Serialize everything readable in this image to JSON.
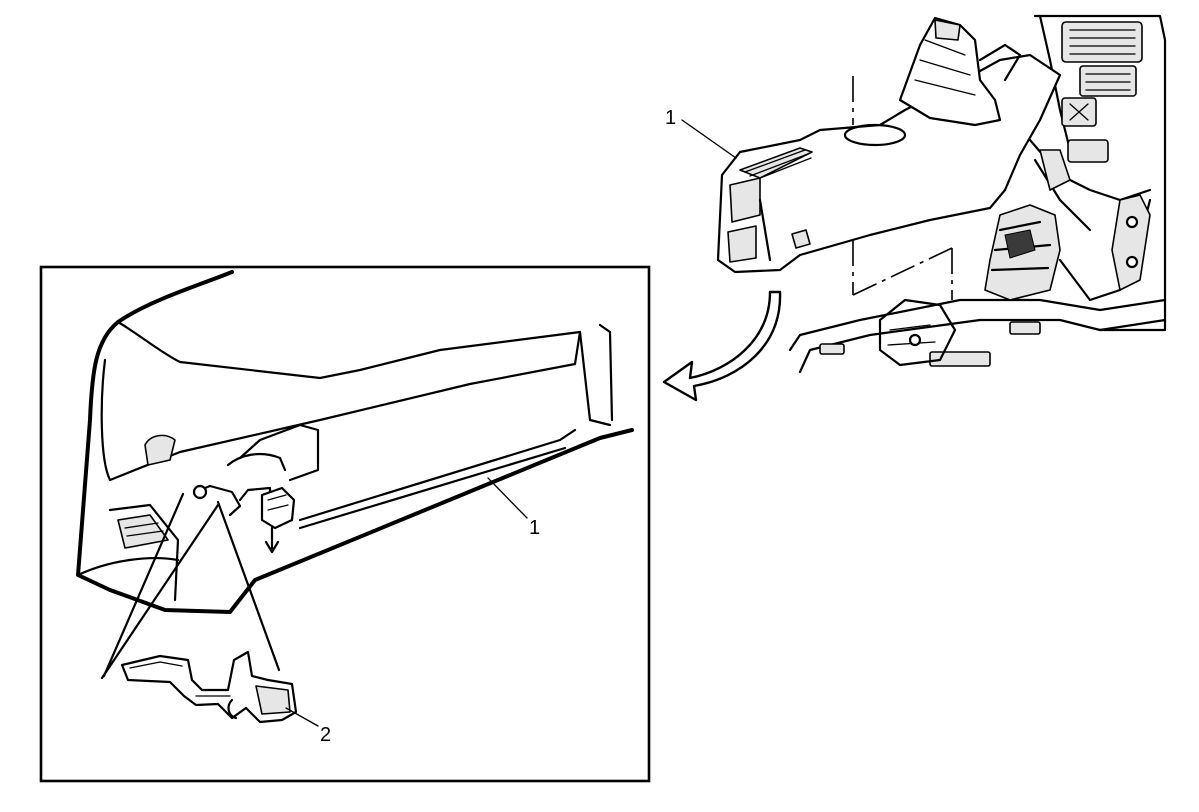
{
  "diagram": {
    "callouts": {
      "top_console": "1",
      "detail_console": "1",
      "detail_bracket": "2"
    }
  }
}
